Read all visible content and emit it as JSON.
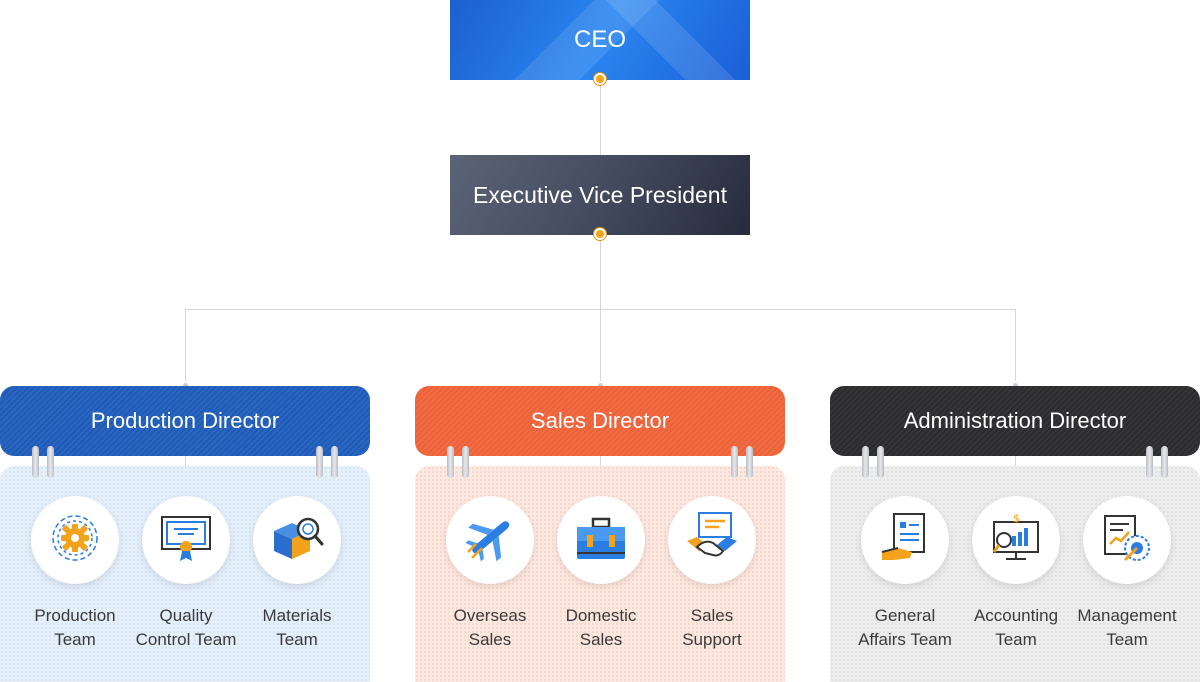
{
  "ceo": {
    "title": "CEO"
  },
  "evp": {
    "title": "Executive Vice President"
  },
  "departments": [
    {
      "title": "Production Director",
      "teams": [
        {
          "label": "Production\nTeam",
          "icon": "gear-icon"
        },
        {
          "label": "Quality\nControl Team",
          "icon": "certificate-icon"
        },
        {
          "label": "Materials\nTeam",
          "icon": "box-magnifier-icon"
        }
      ]
    },
    {
      "title": "Sales Director",
      "teams": [
        {
          "label": "Overseas\nSales",
          "icon": "airplane-icon"
        },
        {
          "label": "Domestic\nSales",
          "icon": "briefcase-icon"
        },
        {
          "label": "Sales\nSupport",
          "icon": "handshake-icon"
        }
      ]
    },
    {
      "title": "Administration Director",
      "teams": [
        {
          "label": "General\nAffairs Team",
          "icon": "document-hand-icon"
        },
        {
          "label": "Accounting\nTeam",
          "icon": "monitor-chart-icon"
        },
        {
          "label": "Management\nTeam",
          "icon": "report-target-icon"
        }
      ]
    }
  ],
  "colors": {
    "production": "#2a66c2",
    "sales": "#f06d45",
    "administration": "#333335",
    "connector_dot": "#f3a21b"
  }
}
